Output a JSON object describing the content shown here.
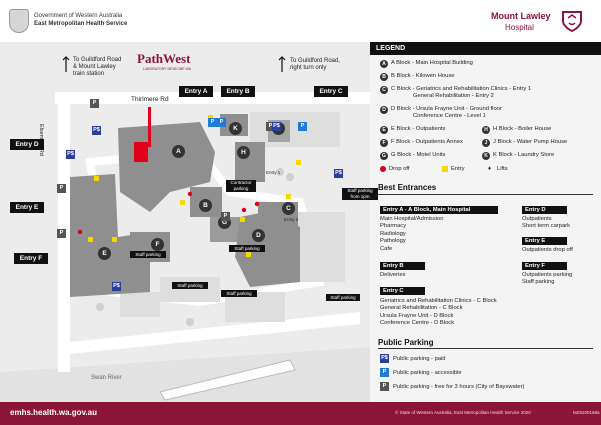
{
  "header": {
    "gov_line1": "Government of Western Australia",
    "gov_line2": "East Metropolitan Health Service",
    "brand_name": "Mount Lawley",
    "brand_sub": "Hospital"
  },
  "pathwest": {
    "name": "PathWest",
    "tagline": "LABORATORY MEDICINE WA"
  },
  "map": {
    "road_label": "Thirlmere Rd",
    "road_vertical": "Elsemere Rd",
    "direction_left": [
      "To Guildford Road",
      "& Mount Lawley",
      "train station"
    ],
    "direction_right": [
      "To Guildford Road,",
      "right turn only"
    ],
    "river": "Swan River",
    "entries": {
      "a": "Entry A",
      "b": "Entry B",
      "c": "Entry C",
      "d": "Entry D",
      "e": "Entry E",
      "f": "Entry F"
    },
    "blocks": [
      "A",
      "B",
      "C",
      "D",
      "E",
      "F",
      "G",
      "H",
      "J",
      "K"
    ],
    "staff_parking": "Staff parking",
    "staff_parking_from": [
      "Staff parking",
      "from 1pm"
    ],
    "contractor_parking": [
      "Contractor",
      "parking"
    ],
    "entry_1": "Entry 1",
    "entry_2": "Entry 2",
    "parking_paid": "P$",
    "parking_accessible": "P",
    "parking_free": "P"
  },
  "legend": {
    "title": "LEGEND",
    "blocks": [
      {
        "letter": "A",
        "text": "A Block - Main Hospital Building"
      },
      {
        "letter": "B",
        "text": "B Block - Kilowen House"
      },
      {
        "letter": "C",
        "text": "C Block - Geriatrics and Rehabilitation Clinics - Entry 1",
        "text2": "General Rehabilitation - Entry 2"
      },
      {
        "letter": "D",
        "text": "D Block - Ursula Frayne Unit - Ground floor",
        "text2": "Conference Centre - Level 1"
      },
      {
        "letter": "E",
        "text": "E Block - Outpatients"
      },
      {
        "letter": "F",
        "text": "F Block - Outpatients Annex"
      },
      {
        "letter": "G",
        "text": "G Block - Motel Units"
      },
      {
        "letter": "H",
        "text": "H Block - Boiler House"
      },
      {
        "letter": "J",
        "text": "J Block - Water Pump House"
      },
      {
        "letter": "K",
        "text": "K Block - Laundry Store"
      }
    ],
    "symbols": {
      "drop_off": "Drop off",
      "entry": "Entry",
      "lifts": "Lifts"
    },
    "best_entrances": {
      "title": "Best Entrances",
      "entry_a": {
        "label": "Entry A - A Block, Main Hospital",
        "items": [
          "Main Hospital/Admission",
          "Pharmacy",
          "Radiology",
          "Pathology",
          "Cafe"
        ]
      },
      "entry_b": {
        "label": "Entry B",
        "items": [
          "Deliveries"
        ]
      },
      "entry_c": {
        "label": "Entry C",
        "items": [
          "Geriatrics and Rehabilitation Clinics - C Block",
          "General Rehabilitation - C Block",
          "Ursula Frayne Unit - D Block",
          "Conference Centre - D Block"
        ]
      },
      "entry_d": {
        "label": "Entry D",
        "items": [
          "Outpatients",
          "Short term carpark"
        ]
      },
      "entry_e": {
        "label": "Entry E",
        "items": [
          "Outpatients drop off"
        ]
      },
      "entry_f": {
        "label": "Entry F",
        "items": [
          "Outpatients parking",
          "Staff parking"
        ]
      }
    },
    "public_parking": {
      "title": "Public Parking",
      "paid": "Public parking - paid",
      "accessible": "Public parking - accessible",
      "free": "Public parking - free for 3 hours (City of Bayswater)"
    }
  },
  "footer": {
    "url": "emhs.health.wa.gov.au",
    "copyright": "© State of Western Australia, East Metropolitan Health Service 2020",
    "code": "MZ6200158a"
  },
  "colors": {
    "brand": "#8a1538",
    "building": "#8f8f8f",
    "road": "#ffffff",
    "parking_paid": "#2b3f99",
    "parking_accessible": "#1f7ad6",
    "parking_free": "#555555",
    "drop_off": "#e0001b",
    "entry": "#f3d900",
    "pathwest_highlight": "#e0001b"
  }
}
